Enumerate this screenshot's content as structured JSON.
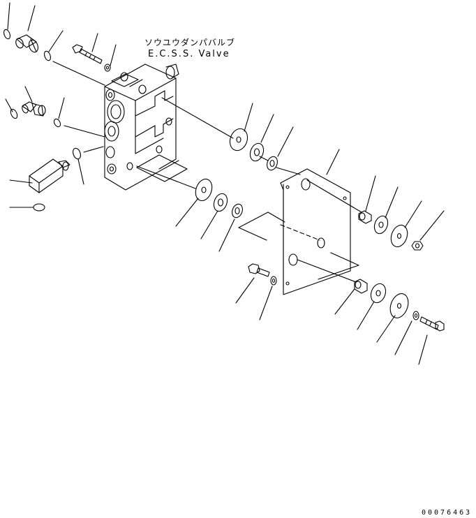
{
  "title_jp": "ソウユウダンパバルブ",
  "title_en": "E.C.S.S. Valve",
  "drawing_code": "00076463",
  "icons": [
    "o-ring-icon",
    "fitting-icon",
    "bolt-icon",
    "washer-icon",
    "elbow-fitting-icon",
    "connector-icon",
    "valve-block-icon",
    "bracket-plate-icon",
    "spacer-icon",
    "nut-icon"
  ],
  "line_color": "#000000"
}
